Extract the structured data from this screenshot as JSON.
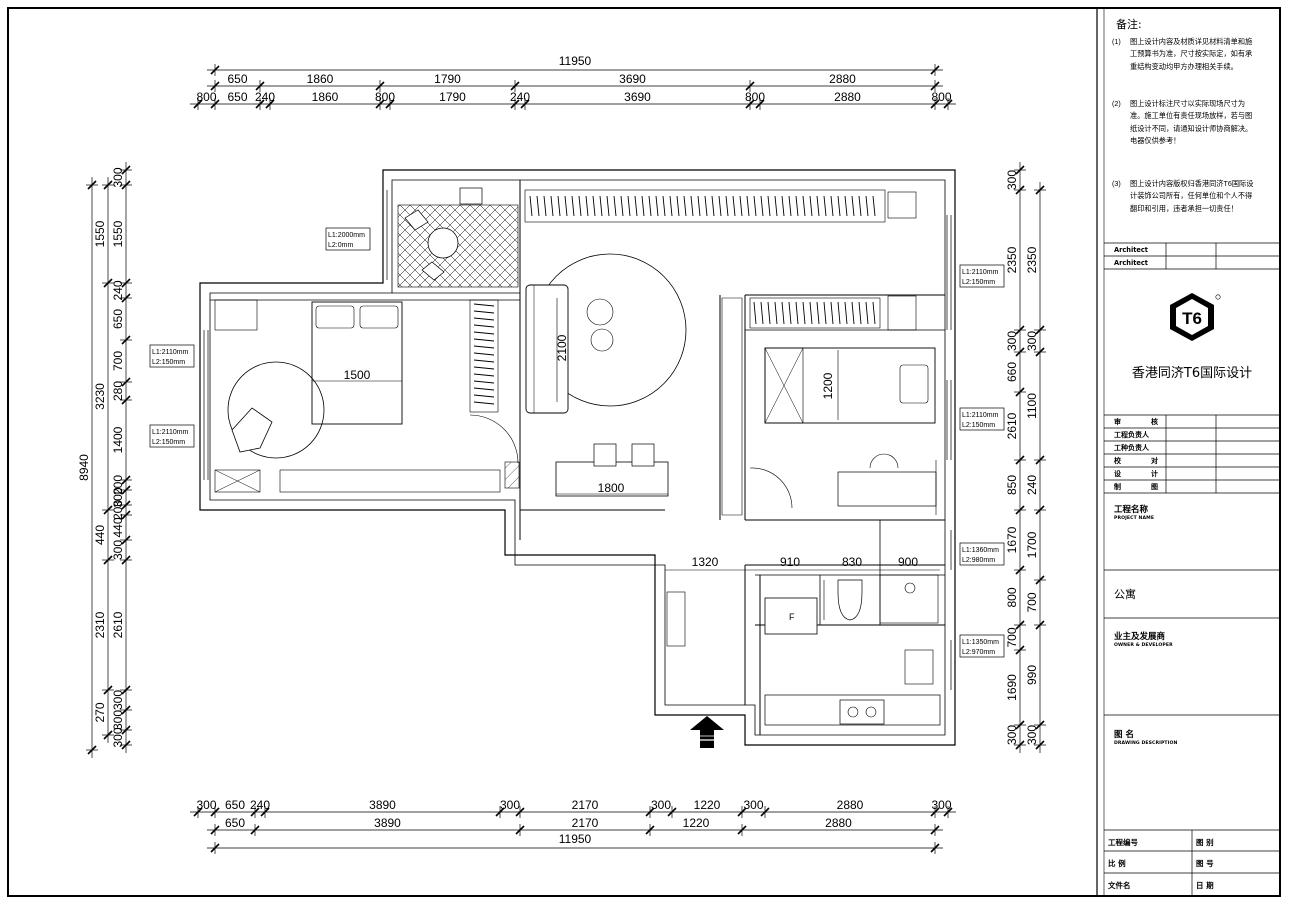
{
  "dimensions": {
    "top_total": "11950",
    "top_row1": [
      "650",
      "1860",
      "1790",
      "3690",
      "2880"
    ],
    "top_row2": [
      "800",
      "650",
      "240",
      "1860",
      "800",
      "1790",
      "240",
      "3690",
      "800",
      "2880",
      "800"
    ],
    "bottom_row1": [
      "300",
      "650",
      "240",
      "3890",
      "300",
      "2170",
      "300",
      "1220",
      "300",
      "2880",
      "300"
    ],
    "bottom_row2": [
      "650",
      "3890",
      "2170",
      "1220",
      "2880"
    ],
    "bottom_total": "11950",
    "left_total": "8940",
    "left_col1": [
      "1550",
      "3230",
      "440",
      "2310",
      "270"
    ],
    "left_col2": [
      "300",
      "1550",
      "240",
      "650",
      "700",
      "280",
      "1400",
      "200",
      "300",
      "200",
      "440",
      "300",
      "2610",
      "300",
      "300",
      "300"
    ],
    "right_col1": [
      "300",
      "2350",
      "300",
      "660",
      "2610",
      "850",
      "1670",
      "800",
      "700",
      "1690",
      "300"
    ],
    "right_col2": [
      "2350",
      "300",
      "1100",
      "240",
      "1700",
      "700",
      "990",
      "300"
    ]
  },
  "interior": {
    "bed_left_width": "1500",
    "sofa_length": "2100",
    "table_width": "1800",
    "bed_right_length": "1200",
    "span_1320": "1320",
    "span_910": "910",
    "span_830": "830",
    "span_900": "900",
    "fridge_label": "F"
  },
  "window_tags": [
    {
      "l1": "L1:2000mm",
      "l2": "L2:0mm"
    },
    {
      "l1": "L1:2110mm",
      "l2": "L2:150mm"
    },
    {
      "l1": "L1:2110mm",
      "l2": "L2:150mm"
    },
    {
      "l1": "L1:2110mm",
      "l2": "L2:150mm"
    },
    {
      "l1": "L1:2110mm",
      "l2": "L2:150mm"
    },
    {
      "l1": "L1:1360mm",
      "l2": "L2:980mm"
    },
    {
      "l1": "L1:1350mm",
      "l2": "L2:970mm"
    }
  ],
  "title_block": {
    "notes_heading": "备注:",
    "notes": [
      {
        "no": "(1)",
        "text": "图上设计内容及材质详见材料清单和施工预算书为准，尺寸按实际定，如有承重结构变动均甲方办理相关手续。"
      },
      {
        "no": "(2)",
        "text": "图上设计标注尺寸以实际现场尺寸为准。施工单位有责任现场放样，若与图纸设计不同，请通知设计师协商解决。电器仅供参考！"
      },
      {
        "no": "(3)",
        "text": "图上设计内容版权归香港同济T6国际设计装饰公司所有，任何单位和个人不得翻印和引用，违者承担一切责任！"
      }
    ],
    "architect_1": "Architect",
    "architect_2": "Architect",
    "logo_text": "T6",
    "company_name": "香港同济T6国际设计",
    "sign_rows": [
      [
        "审",
        "核"
      ],
      [
        "工程负责人"
      ],
      [
        "工种负责人"
      ],
      [
        "校",
        "对"
      ],
      [
        "设",
        "计"
      ],
      [
        "制",
        "图"
      ]
    ],
    "project_name_label": "工程名称",
    "project_name_sub": "PROJECT NAME",
    "project_name": "公寓",
    "owner_label": "业主及发展商",
    "owner_sub": "OWNER & DEVELOPER",
    "drawing_label": "图 名",
    "drawing_sub": "DRAWING DESCRIPTION",
    "bottom_cells": [
      [
        "工程编号",
        "图 别"
      ],
      [
        "比 例",
        "图 号"
      ],
      [
        "文件名",
        "日 期"
      ]
    ]
  }
}
